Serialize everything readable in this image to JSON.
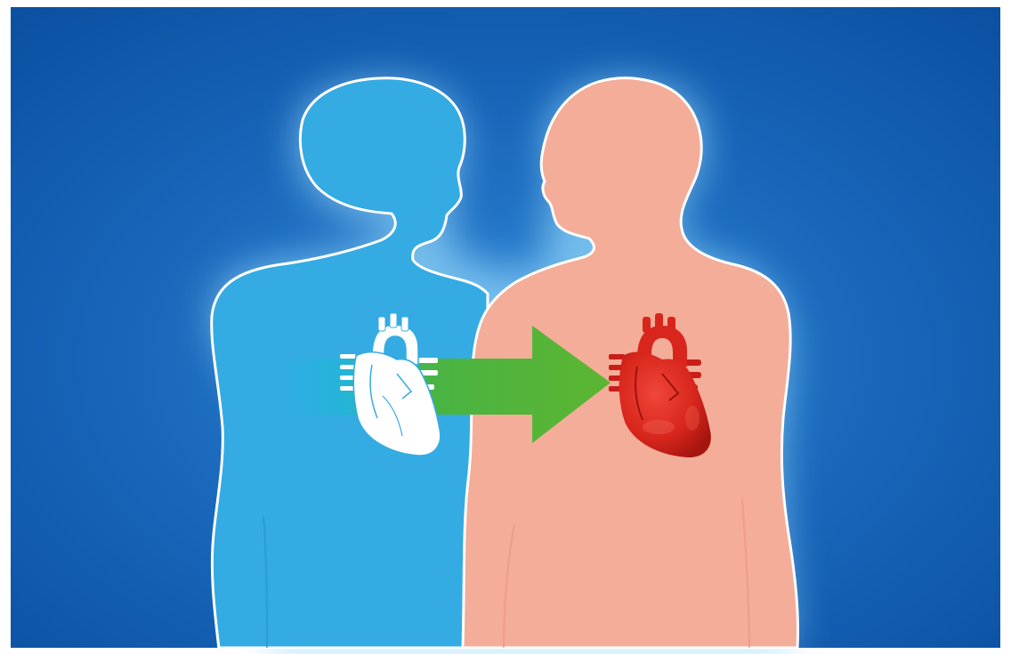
{
  "illustration": {
    "subject": "heart-transplant",
    "donor": {
      "role": "donor",
      "body_color": "#34ABE3",
      "heart_color": "#FFFFFF"
    },
    "recipient": {
      "role": "recipient",
      "body_color": "#F4AD99",
      "heart_color": "#D8261C"
    },
    "transfer_arrow": {
      "start_color": "#1FB6DE",
      "end_color": "#5CB531",
      "direction": "donor-to-recipient"
    },
    "background": {
      "outer_color": "#0B4FA0",
      "glow_color": "#8FD4F8",
      "frame_color": "#FFFFFF"
    }
  }
}
